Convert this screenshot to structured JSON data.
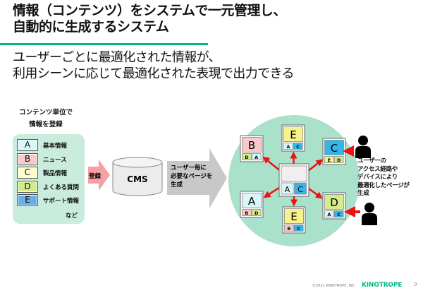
{
  "title": [
    "情報（コンテンツ）をシステムで一元管理し、",
    "自動的に生成するシステム"
  ],
  "subtitle": [
    "ユーザーごとに最適化された情報が、",
    "利用シーンに応じて最適化された表現で出力できる"
  ],
  "left": {
    "heading": [
      "コンテンツ単位で",
      "情報を登録"
    ],
    "items": [
      {
        "key": "A",
        "label": "基本情報",
        "color": "#d9f7fb"
      },
      {
        "key": "B",
        "label": "ニュース",
        "color": "#fac8c8"
      },
      {
        "key": "C",
        "label": "製品情報",
        "color": "#fdfccb"
      },
      {
        "key": "D",
        "label": "よくある質問",
        "color": "#d4ec8c"
      },
      {
        "key": "E",
        "label": "サポート情報",
        "color": "#6aaee8"
      }
    ],
    "etc": "など"
  },
  "register_arrow": "登録",
  "cms_label": "CMS",
  "generate_arrow": [
    "ユーザー毎に",
    "必要なページを",
    "生成"
  ],
  "diagram": {
    "circle_color": "#a9e1cb",
    "arrow_color": "#ee1111",
    "letter_colors": {
      "A": "#d9f7fb",
      "B": "#fac8c8",
      "C": "#34b6ea",
      "D": "#d4ec8c",
      "E": "#f8f28c"
    },
    "center": {
      "subs": [
        "A",
        "C"
      ]
    },
    "pages": [
      {
        "main": "B",
        "subs": [
          "D",
          "A"
        ]
      },
      {
        "main": "E",
        "subs": [
          "A",
          "C"
        ]
      },
      {
        "main": "C",
        "subs": [
          "E",
          "D"
        ]
      },
      {
        "main": "A",
        "subs": [
          "B",
          "D"
        ]
      },
      {
        "main": "E",
        "subs": [
          "B",
          "C"
        ]
      },
      {
        "main": "D",
        "subs": [
          "A",
          "C"
        ]
      }
    ]
  },
  "right_text": [
    "ユーザーの",
    "アクセス経路や",
    "デバイスにより",
    "最適化したページが",
    "生成"
  ],
  "footer": {
    "copyright": "©2021 KINOTROPE, INC",
    "logo": "KINOTROPE",
    "page": "0"
  }
}
